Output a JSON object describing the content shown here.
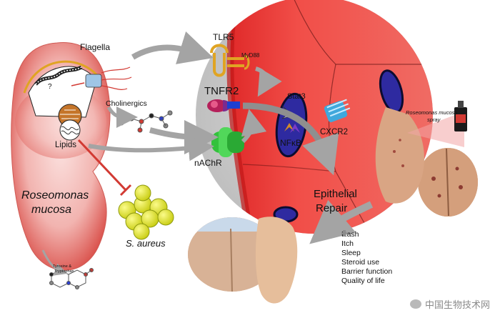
{
  "labels": {
    "flagella": "Flagella",
    "question": "?",
    "cholinergics": "Cholinergics",
    "lipids": "Lipids",
    "bacterium_name_line1": "Roseomonas",
    "bacterium_name_line2": "mucosa",
    "s_aureus": "S. aureus",
    "tlr5": "TLR5",
    "myd88": "MyD88",
    "tnfr2": "TNFR2",
    "stat3": "Stat3",
    "nfkb": "NFκB",
    "nachr": "nAChR",
    "cxcr2": "CXCR2",
    "epithelial_repair_line1": "Epithelial",
    "epithelial_repair_line2": "Repair",
    "spray_line1": "Roseomonas mucosa",
    "spray_line2": "spray",
    "metabolite_line1": "Tyrosine &",
    "metabolite_line2": "Tryptophan"
  },
  "outcomes": [
    {
      "label": "Rash",
      "direction": "down"
    },
    {
      "label": "Itch",
      "direction": "down"
    },
    {
      "label": "Sleep",
      "direction": "up"
    },
    {
      "label": "Steroid use",
      "direction": "down"
    },
    {
      "label": "Barrier function",
      "direction": "up"
    },
    {
      "label": "Quality of life",
      "direction": "up"
    }
  ],
  "watermark": "中国生物技术网",
  "colors": {
    "cell_red": "#e8413d",
    "cell_pink": "#f4c0bd",
    "tlr5": "#e0a423",
    "nachr": "#33c23c",
    "cxcr2": "#3fa8dc",
    "nucleus": "#3a2ca8",
    "s_aureus": "#d9dc1f",
    "arrow_gray": "#a4a4a4",
    "inhibit_red": "#d23a33"
  }
}
